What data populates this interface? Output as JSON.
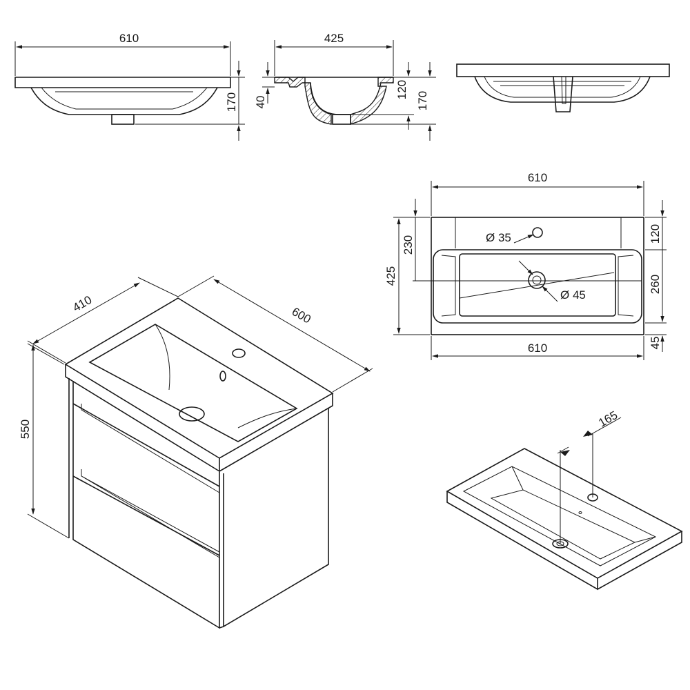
{
  "front_view": {
    "width_label": "610",
    "height_label": "170"
  },
  "section_view": {
    "depth_label": "425",
    "rim_label": "40",
    "bowl_depth_label": "120",
    "total_height_label": "170"
  },
  "top_view": {
    "width_top_label": "610",
    "width_bottom_label": "610",
    "depth_label": "425",
    "tap_offset_label": "230",
    "back_margin_label": "120",
    "bowl_label": "260",
    "front_margin_label": "45",
    "tap_hole_label": "Ø 35",
    "drain_label": "Ø 45"
  },
  "cabinet_view": {
    "depth_label": "410",
    "width_label": "600",
    "height_label": "550"
  },
  "basin_3d_view": {
    "offset_label": "165"
  }
}
